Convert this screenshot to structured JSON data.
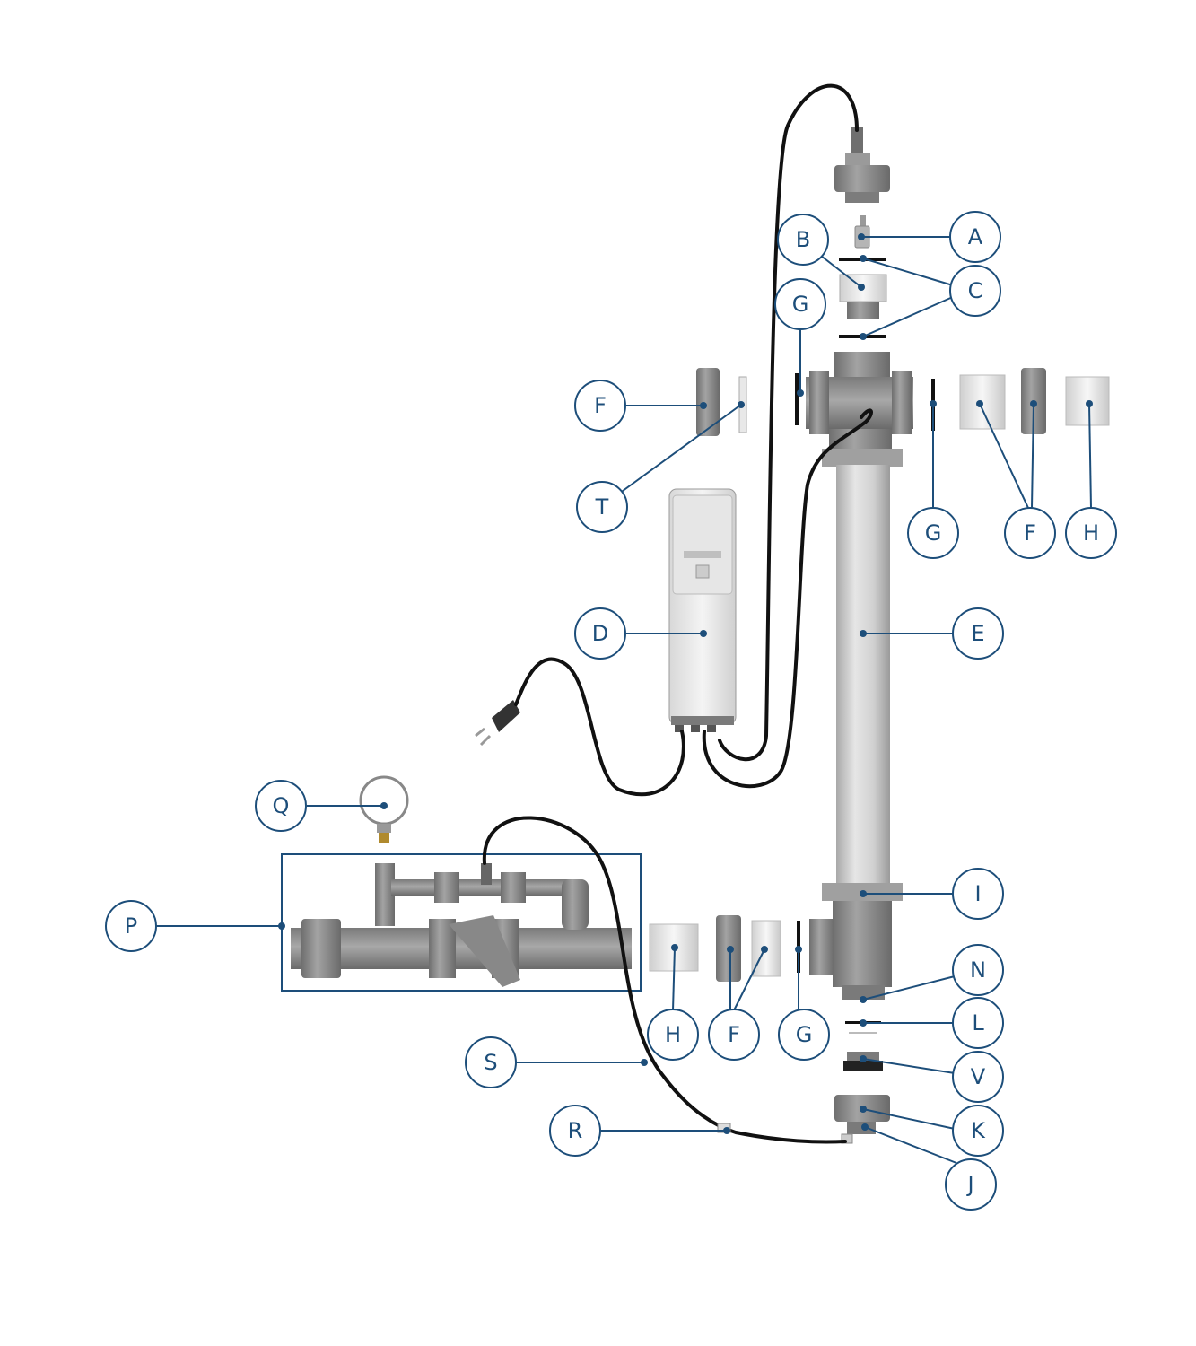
{
  "callouts": [
    {
      "id": "A",
      "label": "A"
    },
    {
      "id": "B",
      "label": "B"
    },
    {
      "id": "C",
      "label": "C"
    },
    {
      "id": "G_top",
      "label": "G"
    },
    {
      "id": "F_left",
      "label": "F"
    },
    {
      "id": "T",
      "label": "T"
    },
    {
      "id": "G_right",
      "label": "G"
    },
    {
      "id": "F_right",
      "label": "F"
    },
    {
      "id": "H_right",
      "label": "H"
    },
    {
      "id": "D",
      "label": "D"
    },
    {
      "id": "E",
      "label": "E"
    },
    {
      "id": "Q",
      "label": "Q"
    },
    {
      "id": "P",
      "label": "P"
    },
    {
      "id": "I",
      "label": "I"
    },
    {
      "id": "N",
      "label": "N"
    },
    {
      "id": "L",
      "label": "L"
    },
    {
      "id": "H_bottom",
      "label": "H"
    },
    {
      "id": "F_bottom",
      "label": "F"
    },
    {
      "id": "G_bottom",
      "label": "G"
    },
    {
      "id": "V",
      "label": "V"
    },
    {
      "id": "S",
      "label": "S"
    },
    {
      "id": "K",
      "label": "K"
    },
    {
      "id": "R",
      "label": "R"
    },
    {
      "id": "J",
      "label": "J"
    }
  ],
  "colors": {
    "callout": "#1d4e7a",
    "pvc_gray": "#8f8f8f",
    "cable": "#111111",
    "tube_light": "#d9d9d9"
  }
}
